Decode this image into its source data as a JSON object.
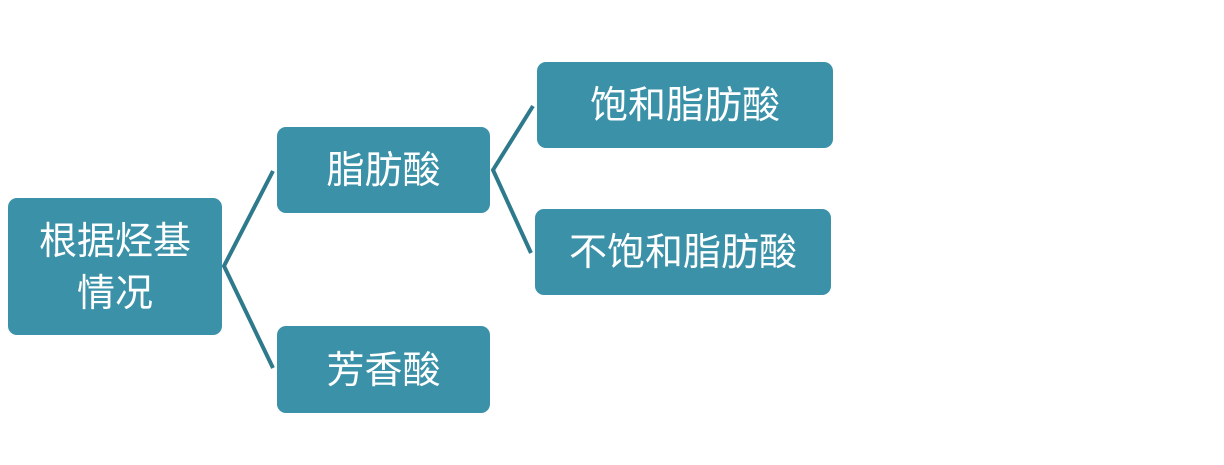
{
  "colors": {
    "box": "#3a91a8",
    "connector": "#2e7a8c",
    "text": "#ffffff"
  },
  "root": {
    "label_line1": "根据烃基",
    "label_line2": "情况"
  },
  "level1": [
    {
      "label": "脂肪酸"
    },
    {
      "label": "芳香酸"
    }
  ],
  "level2": [
    {
      "label": "饱和脂肪酸"
    },
    {
      "label": "不饱和脂肪酸"
    }
  ]
}
